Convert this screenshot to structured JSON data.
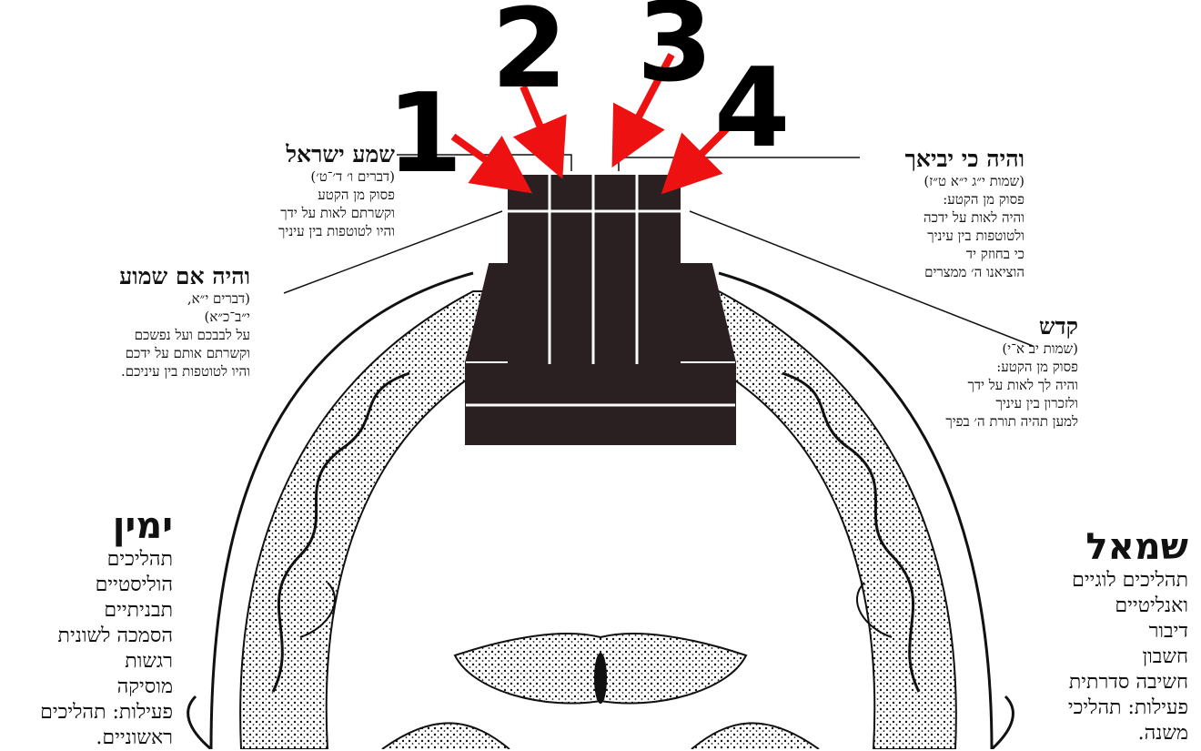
{
  "diagram": {
    "numbers": [
      "1",
      "2",
      "3",
      "4"
    ],
    "labels": {
      "shema": {
        "title": "שמע ישראל",
        "lines": [
          "(דברים ו׳ ד׳־ט׳)",
          "פסוק מן הקטע",
          "וקשרתם לאות על ידך",
          "והיו לטוטפות בין עיניך"
        ]
      },
      "vehaya_ki": {
        "title": "והיה כי יביאך",
        "lines": [
          "(שמות י״ג י״א ט״ז)",
          "פסוק מן הקטע:",
          "והיה לאות על ידכה",
          "ולטוטפות בין עיניך",
          "כי בחוזק יד",
          "הוציאנו ה׳ ממצרים"
        ]
      },
      "vehaya_im": {
        "title": "והיה אם שמוע",
        "lines": [
          "(דברים י״א,",
          "י״ב־כ״א)",
          "על לבבכם ועל נפשכם",
          "וקשרתם אותם על ידכם",
          "והיו לטוטפות בין עיניכם."
        ]
      },
      "kadesh": {
        "title": "קדש",
        "lines": [
          "(שמות יב א־י)",
          "פסוק מן הקטע:",
          "והיה לך לאות על ידך",
          "ולזכרון בין עיניך",
          "למען תהיה תורת ה׳ בפיך"
        ]
      }
    },
    "right_side": {
      "title": "ימין",
      "lines": [
        "תהליכים",
        "הוליסטיים",
        "תבניתיים",
        "הסמכה לשונית",
        "רגשות",
        "מוסיקה",
        "פעילות: תהליכים",
        "ראשוניים."
      ]
    },
    "left_side": {
      "title": "שמאל",
      "lines": [
        "תהליכים לוגיים",
        "ואנליטיים",
        "דיבור",
        "חשבון",
        "חשיבה סדרתית",
        "פעילות: תהליכי",
        "משנה."
      ]
    },
    "colors": {
      "arrow": "#ee1111",
      "tefillin": "#2a2022",
      "ink": "#111111"
    }
  }
}
